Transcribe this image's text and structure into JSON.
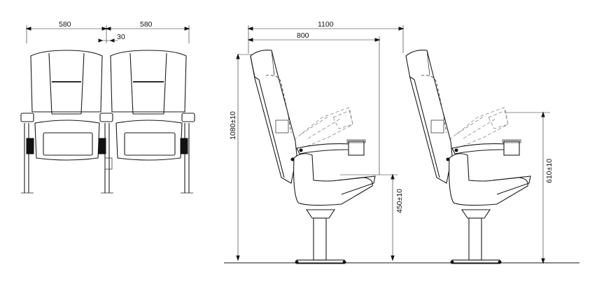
{
  "dimensions": {
    "front_width_left": "580",
    "front_width_right": "580",
    "front_gap": "30",
    "side_total_depth": "1100",
    "side_seat_depth": "800",
    "side_height": "1080±10",
    "side_seat_height": "450±10",
    "side_armrest_height": "610±10"
  }
}
